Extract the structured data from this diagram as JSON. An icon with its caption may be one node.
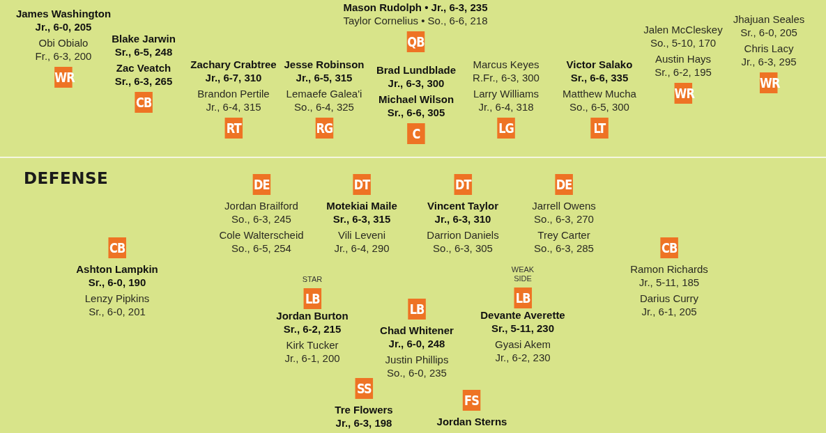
{
  "diagram": {
    "nodes": [
      {
        "text": [
          "QB"
        ],
        "beside": [
          "Mason Rudolph • Jr., 6-3, 235",
          "Taylor Cornelius • So., 6-6, 218"
        ]
      },
      {
        "text": [
          "WR"
        ],
        "beside": [
          "James Washington",
          "Jr., 6-0, 205",
          "Obi Obialo",
          "Fr., 6-3, 200"
        ]
      },
      {
        "text": [
          "CB"
        ],
        "beside": [
          "Blake Jarwin",
          "Sr., 6-5, 248",
          "Zac Veatch",
          "Sr., 6-3, 265"
        ]
      },
      {
        "text": [
          "RT"
        ],
        "beside": [
          "Zachary Crabtree",
          "Jr., 6-7, 310",
          "Brandon Pertile",
          "Jr., 6-4, 315"
        ]
      },
      {
        "text": [
          "RG"
        ],
        "beside": [
          "Jesse Robinson",
          "Jr., 6-5, 315",
          "Lemaefe Galea'i",
          "So., 6-4, 325"
        ]
      },
      {
        "text": [
          "C"
        ],
        "beside": [
          "Brad Lundblade",
          "Jr., 6-3, 300",
          "Michael Wilson",
          "Sr., 6-6, 305"
        ]
      },
      {
        "text": [
          "LG"
        ],
        "beside": [
          "Marcus Keyes",
          "R.Fr., 6-3, 300",
          "Larry Williams",
          "Jr., 6-4, 318"
        ]
      },
      {
        "text": [
          "LT"
        ],
        "beside": [
          "Victor Salako",
          "Sr., 6-6, 335",
          "Matthew Mucha",
          "So., 6-5, 300"
        ]
      },
      {
        "text": [
          "WR"
        ],
        "beside": [
          "Jalen McCleskey",
          "So., 5-10, 170",
          "Austin Hays",
          "Sr., 6-2, 195"
        ]
      },
      {
        "text": [
          "WR"
        ],
        "beside": [
          "Jhajuan Seales",
          "Sr., 6-0, 205",
          "Chris Lacy",
          "Jr., 6-3, 295"
        ]
      },
      {
        "text": [
          "DE"
        ],
        "beside": [
          "Jordan Brailford",
          "So., 6-3, 245",
          "Cole Walterscheid",
          "So., 6-5, 254"
        ]
      },
      {
        "text": [
          "DT"
        ],
        "beside": [
          "Motekiai Maile",
          "Sr., 6-3, 315",
          "Vili Leveni",
          "Jr., 6-4, 290"
        ]
      },
      {
        "text": [
          "DT"
        ],
        "beside": [
          "Vincent Taylor",
          "Jr., 6-3, 310",
          "Darrion Daniels",
          "So., 6-3, 305"
        ]
      },
      {
        "text": [
          "DE"
        ],
        "beside": [
          "Jarrell Owens",
          "So., 6-3, 270",
          "Trey Carter",
          "So., 6-3, 285"
        ]
      },
      {
        "text": [
          "CB"
        ],
        "beside": [
          "Ashton Lampkin",
          "Sr., 6-0, 190",
          "Lenzy Pipkins",
          "Sr., 6-0, 201"
        ]
      },
      {
        "text": [
          "CB"
        ],
        "beside": [
          "Ramon Richards",
          "Jr., 5-11, 185",
          "Darius Curry",
          "Jr., 6-1, 205"
        ]
      },
      {
        "text": [
          "LB"
        ],
        "beside": [
          "STAR",
          "Jordan Burton",
          "Sr., 6-2, 215",
          "Kirk Tucker",
          "Jr., 6-1, 200"
        ]
      },
      {
        "text": [
          "LB"
        ],
        "beside": [
          "Chad Whitener",
          "Jr., 6-0, 248",
          "Justin Phillips",
          "So., 6-0, 235"
        ]
      },
      {
        "text": [
          "LB"
        ],
        "beside": [
          "WEAK SIDE",
          "Devante Averette",
          "Sr., 5-11, 230",
          "Gyasi Akem",
          "Jr., 6-2, 230"
        ]
      },
      {
        "text": [
          "SS"
        ],
        "beside": [
          "Tre Flowers",
          "Jr., 6-3, 198"
        ]
      },
      {
        "text": [
          "FS"
        ],
        "beside": [
          "Jordan Sterns"
        ]
      }
    ],
    "labels": [
      "DEFENSE"
    ]
  }
}
